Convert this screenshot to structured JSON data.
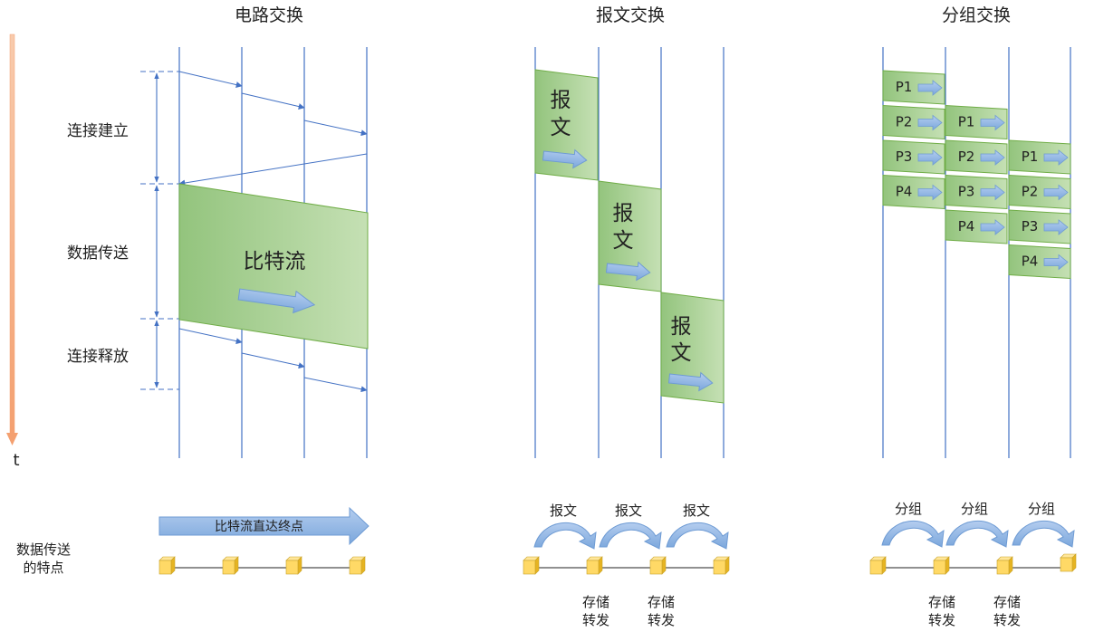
{
  "titles": {
    "circuit": "电路交换",
    "message": "报文交换",
    "packet": "分组交换"
  },
  "time_axis": {
    "label": "t"
  },
  "circuit": {
    "phases": [
      "连接建立",
      "数据传送",
      "连接释放"
    ],
    "bitstream_label": "比特流",
    "feature_arrow_label": "比特流直达终点"
  },
  "message": {
    "block_label_line1": "报",
    "block_label_line2": "文",
    "hop_label": "报文",
    "store_forward_line1": "存储",
    "store_forward_line2": "转发"
  },
  "packet": {
    "packets": [
      "P1",
      "P2",
      "P3",
      "P4"
    ],
    "hop_label": "分组",
    "store_forward_line1": "存储",
    "store_forward_line2": "转发"
  },
  "features": {
    "title_line1": "数据传送",
    "title_line2": "的特点"
  },
  "colors": {
    "node_line": "#4472C4",
    "green_dark": "#93C47D",
    "green_light": "#C5E0B4",
    "arrow_blue": "#8FB4E3",
    "time_axis": "#F4B183",
    "node_yellow": "#FFD966"
  }
}
